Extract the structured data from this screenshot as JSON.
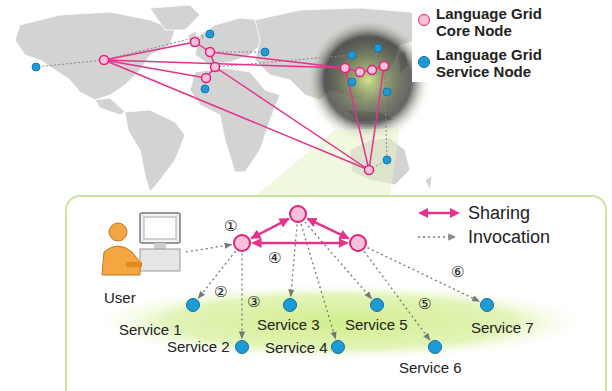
{
  "diagram": {
    "nodes": [
      {
        "text": [
          "User"
        ]
      },
      {
        "text": []
      },
      {
        "text": []
      },
      {
        "text": []
      },
      {
        "text": [
          "Service 1"
        ]
      },
      {
        "text": [
          "Service 2"
        ]
      },
      {
        "text": [
          "Service 3"
        ]
      },
      {
        "text": [
          "Service 4"
        ]
      },
      {
        "text": [
          "Service 5"
        ]
      },
      {
        "text": [
          "Service 6"
        ]
      },
      {
        "text": [
          "Service 7"
        ]
      }
    ],
    "edges": [
      {
        "from": 0,
        "to": 1,
        "arrow": "to",
        "label": "①"
      },
      {
        "from": 1,
        "to": 2,
        "arrow": "both"
      },
      {
        "from": 2,
        "to": 3,
        "arrow": "both"
      },
      {
        "from": 1,
        "to": 3,
        "arrow": "both",
        "label": "④"
      },
      {
        "from": 1,
        "to": 4,
        "arrow": "to",
        "label": "②"
      },
      {
        "from": 1,
        "to": 5,
        "arrow": "to",
        "label": "③"
      },
      {
        "from": 2,
        "to": 6,
        "arrow": "to"
      },
      {
        "from": 2,
        "to": 7,
        "arrow": "to"
      },
      {
        "from": 2,
        "to": 8,
        "arrow": "to"
      },
      {
        "from": 3,
        "to": 9,
        "arrow": "to",
        "label": "⑤"
      },
      {
        "from": 3,
        "to": 10,
        "arrow": "to",
        "label": "⑥"
      }
    ],
    "legend": [
      {
        "text": "Language Grid Core Node",
        "color": "#f9c0da"
      },
      {
        "text": "Language Grid Service Node",
        "color": "#1e9bd7"
      },
      {
        "text": "Sharing"
      },
      {
        "text": "Invocation"
      }
    ]
  }
}
